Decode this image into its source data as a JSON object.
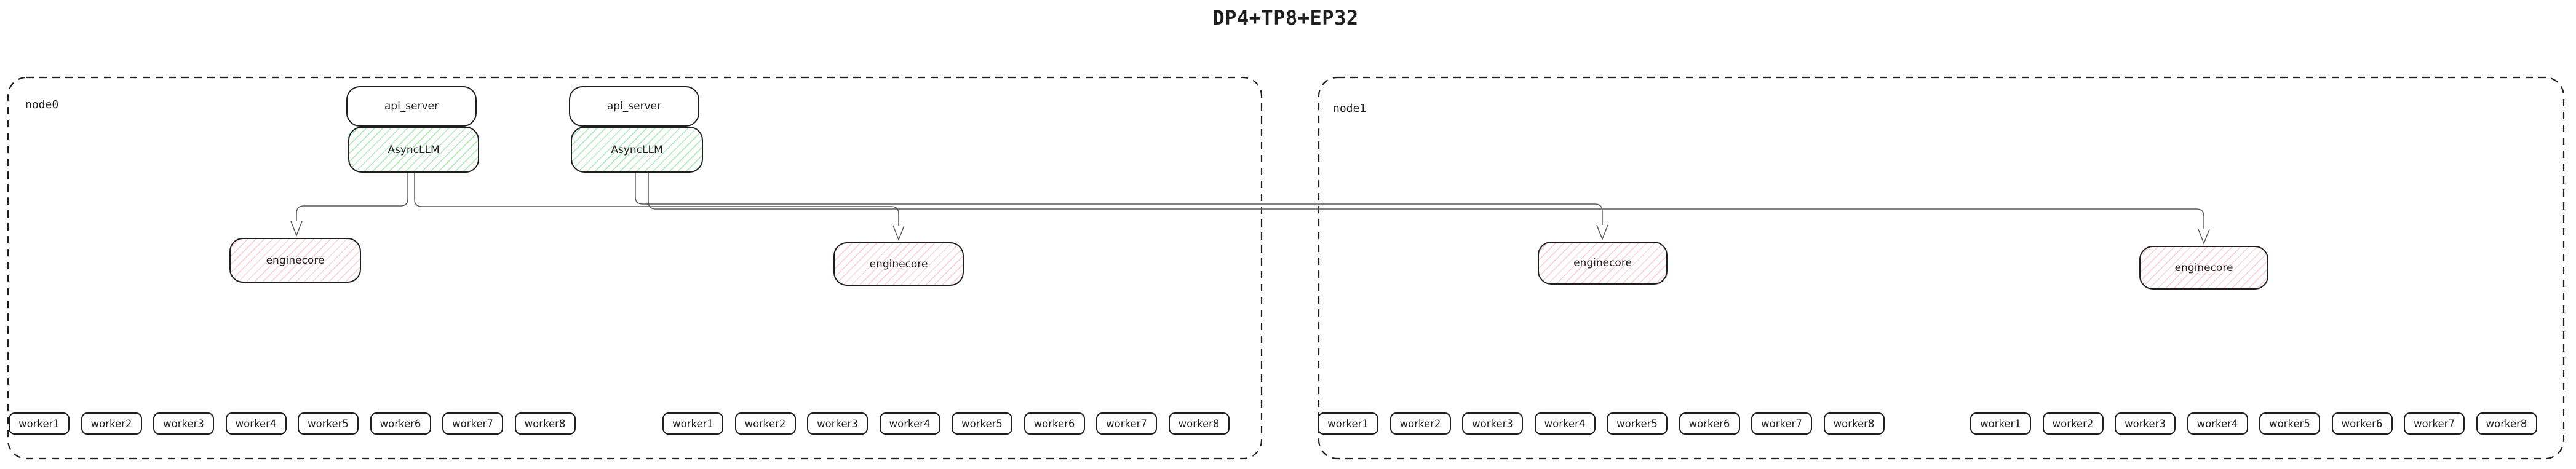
{
  "title": "DP4+TP8+EP32",
  "colors": {
    "border": "#1e1e1e",
    "connector": "#595959",
    "asyncllm_hatch": "#69db7c",
    "enginecore_hatch": "#ff8787",
    "background": "#ffffff"
  },
  "nodes": [
    {
      "label": "node0",
      "pairs": [
        {
          "api_server": "api_server",
          "asyncllm": "AsyncLLM"
        },
        {
          "api_server": "api_server",
          "asyncllm": "AsyncLLM"
        }
      ],
      "enginecores": [
        "enginecore",
        "enginecore"
      ],
      "worker_groups": [
        [
          "worker1",
          "worker2",
          "worker3",
          "worker4",
          "worker5",
          "worker6",
          "worker7",
          "worker8"
        ],
        [
          "worker1",
          "worker2",
          "worker3",
          "worker4",
          "worker5",
          "worker6",
          "worker7",
          "worker8"
        ]
      ]
    },
    {
      "label": "node1",
      "pairs": [],
      "enginecores": [
        "enginecore",
        "enginecore"
      ],
      "worker_groups": [
        [
          "worker1",
          "worker2",
          "worker3",
          "worker4",
          "worker5",
          "worker6",
          "worker7",
          "worker8"
        ],
        [
          "worker1",
          "worker2",
          "worker3",
          "worker4",
          "worker5",
          "worker6",
          "worker7",
          "worker8"
        ]
      ]
    }
  ]
}
